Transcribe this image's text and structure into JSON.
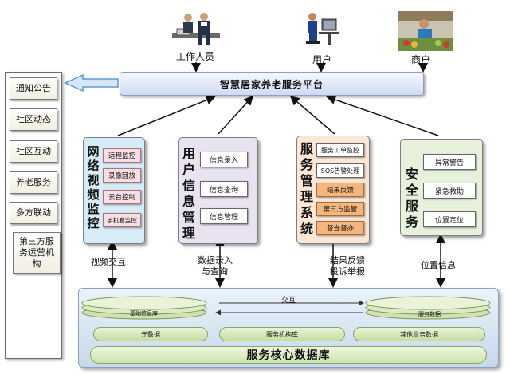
{
  "roles": [
    {
      "label": "工作人员",
      "icon": "staff-icon"
    },
    {
      "label": "用户",
      "icon": "user-computer-icon"
    },
    {
      "label": "商户",
      "icon": "merchant-icon"
    }
  ],
  "platform": {
    "title": "智慧居家养老服务平台"
  },
  "left_column": {
    "items": [
      "通知公告",
      "社区动态",
      "社区互动",
      "养老服务",
      "多方联动",
      "第三方服务运营机构"
    ]
  },
  "modules": {
    "video": {
      "title": "网络视频监控",
      "items": [
        "远程监控",
        "录像回放",
        "云台控制",
        "手机看监控"
      ],
      "edge_label": "视频交互"
    },
    "user_info": {
      "title": "用户信息管理",
      "items": [
        "信息录入",
        "信息查询",
        "信息管理"
      ],
      "edge_label_1": "数据录入",
      "edge_label_2": "与查询"
    },
    "service": {
      "title": "服务管理系统",
      "items": [
        "服务工单监控",
        "SOS告警处理",
        "结果反馈",
        "第三方监管",
        "督查督办"
      ],
      "edge_label_1": "结果反馈",
      "edge_label_2": "投诉举报"
    },
    "safety": {
      "title": "安全服务",
      "items": [
        "异常警告",
        "紧急救助",
        "位置定位"
      ],
      "edge_label": "位置信息"
    }
  },
  "database": {
    "title": "服务核心数据库",
    "left_disk": "基础信息库",
    "right_disk": "服务数据",
    "exchange": "交互",
    "rows": [
      "元数据",
      "服务机构库",
      "其他业务数据"
    ]
  },
  "colors": {
    "video_panel": "#d6ecf6",
    "user_panel": "#e8e2f1",
    "service_panel": "#fbe7d6",
    "safety_panel": "#e7f1dc",
    "arrow_left": "#5b9bd5"
  }
}
